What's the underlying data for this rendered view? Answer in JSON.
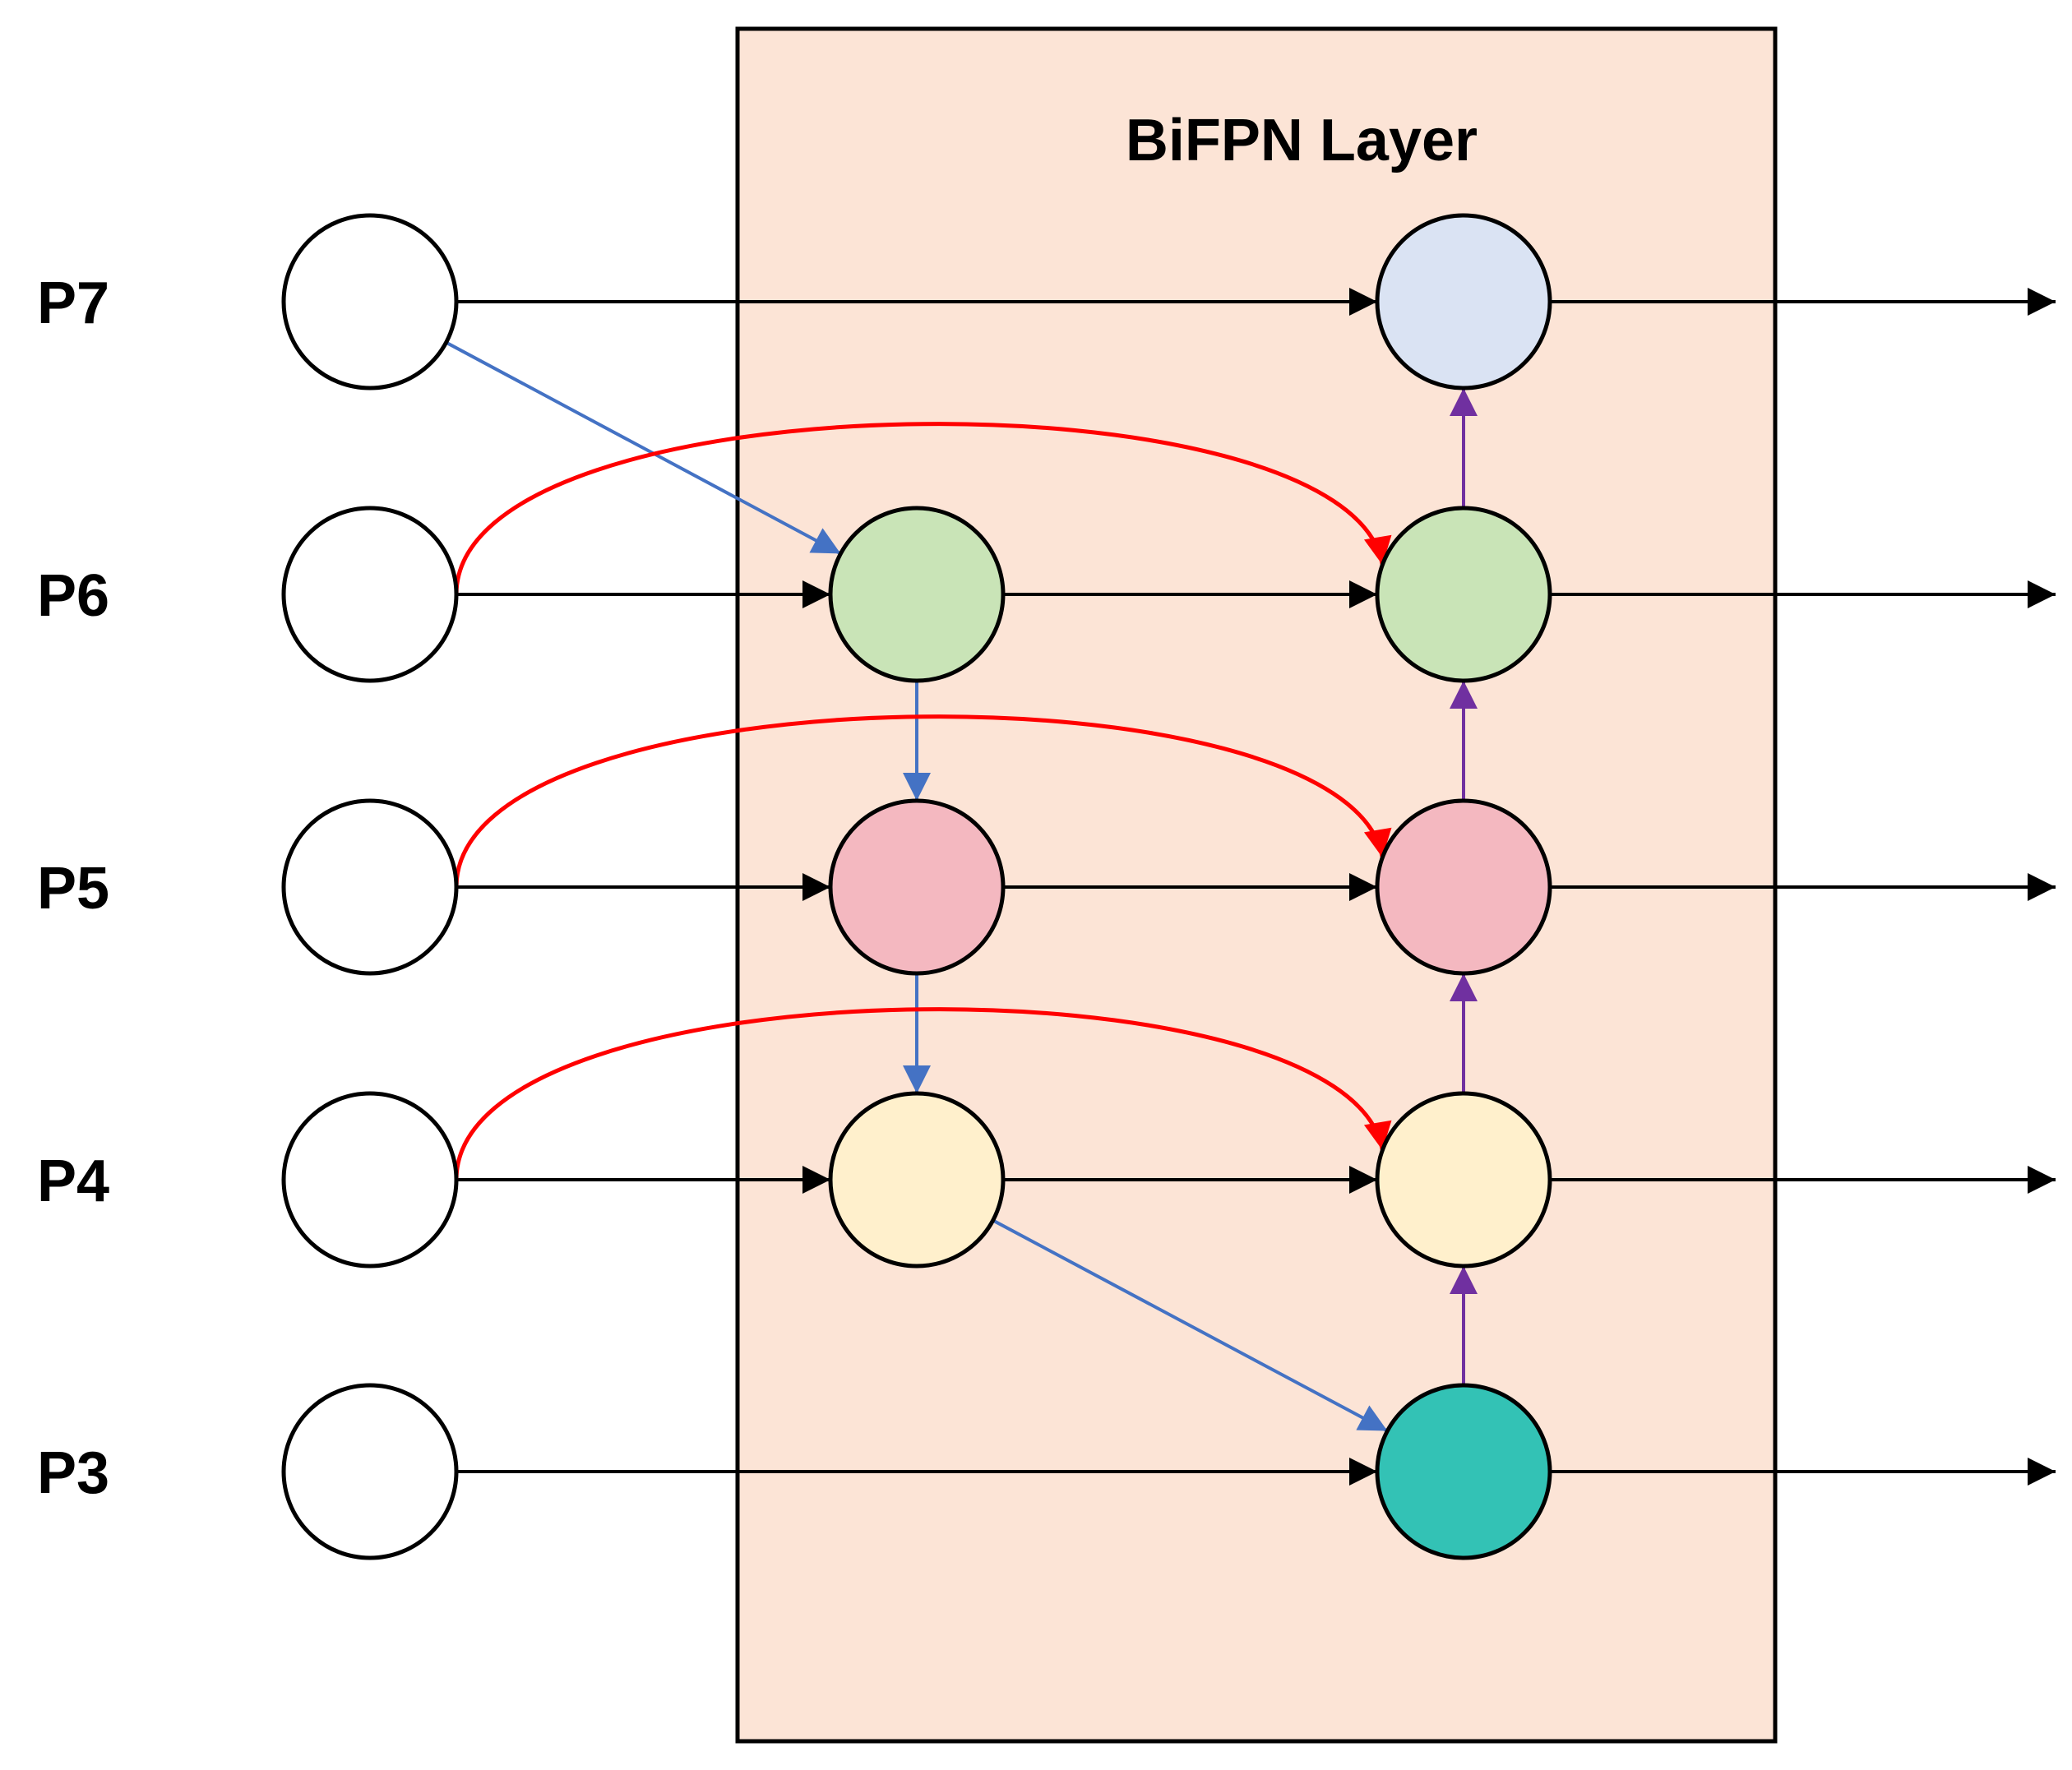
{
  "layer": {
    "title": "BiFPN Layer",
    "fill": "#fce4d6",
    "stroke": "#000000"
  },
  "levels": [
    {
      "id": "p7",
      "label": "P7"
    },
    {
      "id": "p6",
      "label": "P6"
    },
    {
      "id": "p5",
      "label": "P5"
    },
    {
      "id": "p4",
      "label": "P4"
    },
    {
      "id": "p3",
      "label": "P3"
    }
  ],
  "nodes": [
    {
      "id": "in-p7",
      "level": "p7",
      "column": "input",
      "fill": "#ffffff"
    },
    {
      "id": "in-p6",
      "level": "p6",
      "column": "input",
      "fill": "#ffffff"
    },
    {
      "id": "in-p5",
      "level": "p5",
      "column": "input",
      "fill": "#ffffff"
    },
    {
      "id": "in-p4",
      "level": "p4",
      "column": "input",
      "fill": "#ffffff"
    },
    {
      "id": "in-p3",
      "level": "p3",
      "column": "input",
      "fill": "#ffffff"
    },
    {
      "id": "td-p6",
      "level": "p6",
      "column": "top-down",
      "fill": "#c9e4b7"
    },
    {
      "id": "td-p5",
      "level": "p5",
      "column": "top-down",
      "fill": "#f4b8c0"
    },
    {
      "id": "td-p4",
      "level": "p4",
      "column": "top-down",
      "fill": "#fff0cc"
    },
    {
      "id": "out-p7",
      "level": "p7",
      "column": "output",
      "fill": "#dae3f3"
    },
    {
      "id": "out-p6",
      "level": "p6",
      "column": "output",
      "fill": "#c9e4b7"
    },
    {
      "id": "out-p5",
      "level": "p5",
      "column": "output",
      "fill": "#f4b8c0"
    },
    {
      "id": "out-p4",
      "level": "p4",
      "column": "output",
      "fill": "#fff0cc"
    },
    {
      "id": "out-p3",
      "level": "p3",
      "column": "output",
      "fill": "#33c2b5"
    }
  ],
  "edge_colors": {
    "lateral": "#000000",
    "top_down": "#4472c4",
    "bottom_up": "#7030a0",
    "skip": "#ff0000"
  },
  "edges": [
    {
      "from": "in-p7",
      "to": "out-p7",
      "kind": "lateral"
    },
    {
      "from": "in-p6",
      "to": "td-p6",
      "kind": "lateral"
    },
    {
      "from": "td-p6",
      "to": "out-p6",
      "kind": "lateral"
    },
    {
      "from": "in-p5",
      "to": "td-p5",
      "kind": "lateral"
    },
    {
      "from": "td-p5",
      "to": "out-p5",
      "kind": "lateral"
    },
    {
      "from": "in-p4",
      "to": "td-p4",
      "kind": "lateral"
    },
    {
      "from": "td-p4",
      "to": "out-p4",
      "kind": "lateral"
    },
    {
      "from": "in-p3",
      "to": "out-p3",
      "kind": "lateral"
    },
    {
      "from": "in-p7",
      "to": "td-p6",
      "kind": "top_down"
    },
    {
      "from": "td-p6",
      "to": "td-p5",
      "kind": "top_down"
    },
    {
      "from": "td-p5",
      "to": "td-p4",
      "kind": "top_down"
    },
    {
      "from": "td-p4",
      "to": "out-p3",
      "kind": "top_down"
    },
    {
      "from": "out-p3",
      "to": "out-p4",
      "kind": "bottom_up"
    },
    {
      "from": "out-p4",
      "to": "out-p5",
      "kind": "bottom_up"
    },
    {
      "from": "out-p5",
      "to": "out-p6",
      "kind": "bottom_up"
    },
    {
      "from": "out-p6",
      "to": "out-p7",
      "kind": "bottom_up"
    },
    {
      "from": "in-p6",
      "to": "out-p6",
      "kind": "skip"
    },
    {
      "from": "in-p5",
      "to": "out-p5",
      "kind": "skip"
    },
    {
      "from": "in-p4",
      "to": "out-p4",
      "kind": "skip"
    },
    {
      "from": "out-p7",
      "to": "exit-p7",
      "kind": "lateral"
    },
    {
      "from": "out-p6",
      "to": "exit-p6",
      "kind": "lateral"
    },
    {
      "from": "out-p5",
      "to": "exit-p5",
      "kind": "lateral"
    },
    {
      "from": "out-p4",
      "to": "exit-p4",
      "kind": "lateral"
    },
    {
      "from": "out-p3",
      "to": "exit-p3",
      "kind": "lateral"
    }
  ]
}
